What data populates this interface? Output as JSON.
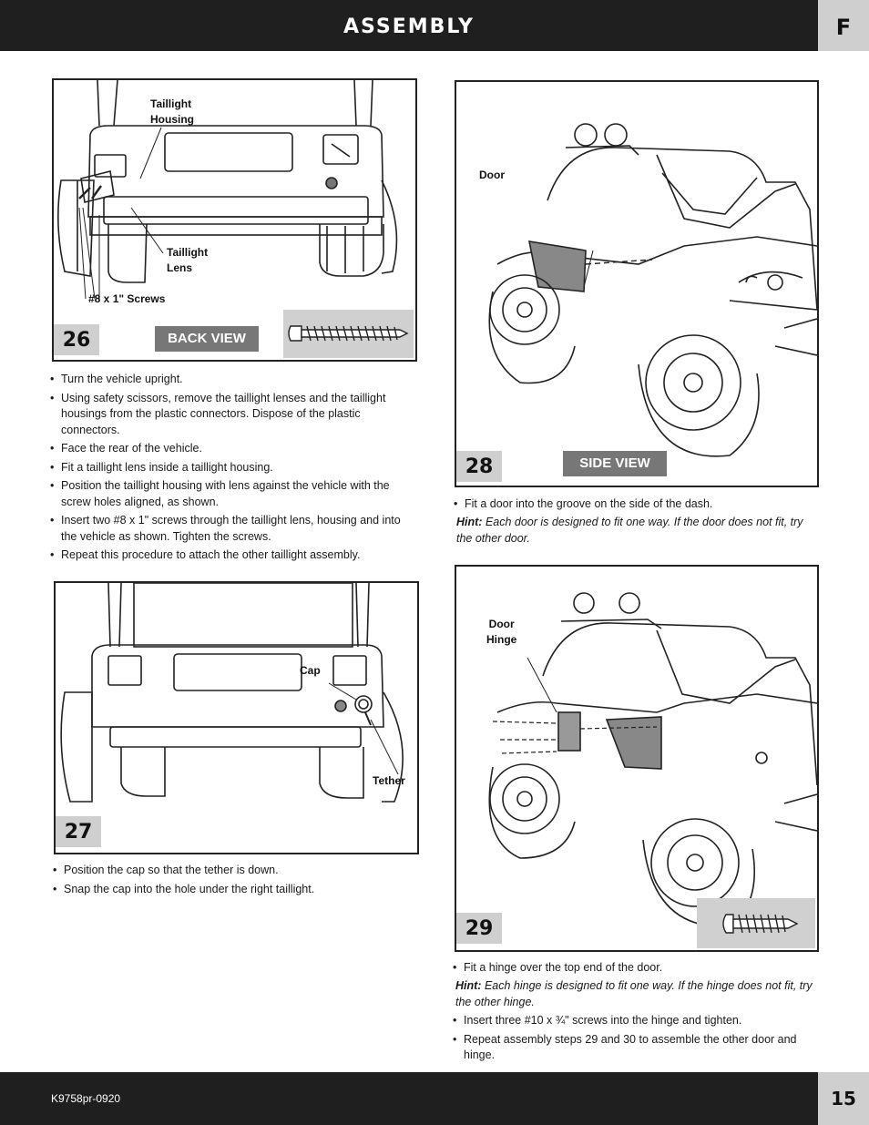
{
  "header": {
    "title": "ASSEMBLY",
    "section": "F"
  },
  "footer": {
    "code": "K9758pr-0920",
    "page_number": "15"
  },
  "step26": {
    "number": "26",
    "view_label": "BACK VIEW",
    "callouts": {
      "housing": "Taillight\nHousing",
      "lens": "Taillight\nLens",
      "screws": "#8 x 1\" Screws"
    },
    "bullets": [
      "Turn the vehicle upright.",
      "Using safety scissors, remove the taillight lenses and the taillight housings from the plastic connectors. Dispose of the plastic connectors.",
      "Face the rear of the vehicle.",
      "Fit a taillight lens inside a taillight housing.",
      "Position the taillight housing with lens against the vehicle with the screw holes aligned, as shown.",
      "Insert two #8 x 1\" screws through the taillight lens, housing and into the vehicle as shown. Tighten the screws.",
      "Repeat this procedure to attach the other taillight assembly."
    ]
  },
  "step27": {
    "number": "27",
    "callouts": {
      "cap": "Cap",
      "tether": "Tether"
    },
    "bullets": [
      "Position the cap so that the tether is down.",
      "Snap the cap into the hole under the right taillight."
    ]
  },
  "step28": {
    "number": "28",
    "view_label": "SIDE VIEW",
    "callouts": {
      "door": "Door"
    },
    "bullets": [
      "Fit a door into the groove on the side of the dash."
    ],
    "hint_label": "Hint:",
    "hint_text": " Each door is designed to fit one way. If the door does not fit, try the other door."
  },
  "step29": {
    "number": "29",
    "callouts": {
      "hinge": "Door\nHinge"
    },
    "bullets_a": [
      "Fit a hinge over the top end of the door."
    ],
    "hint_label": "Hint:",
    "hint_text": " Each hinge is designed to fit one way. If the hinge does not fit, try the other hinge.",
    "bullets_b": [
      "Insert three #10 x ¾\" screws into the hinge and tighten.",
      "Repeat assembly steps 29 and 30 to assemble the other door and hinge."
    ]
  }
}
